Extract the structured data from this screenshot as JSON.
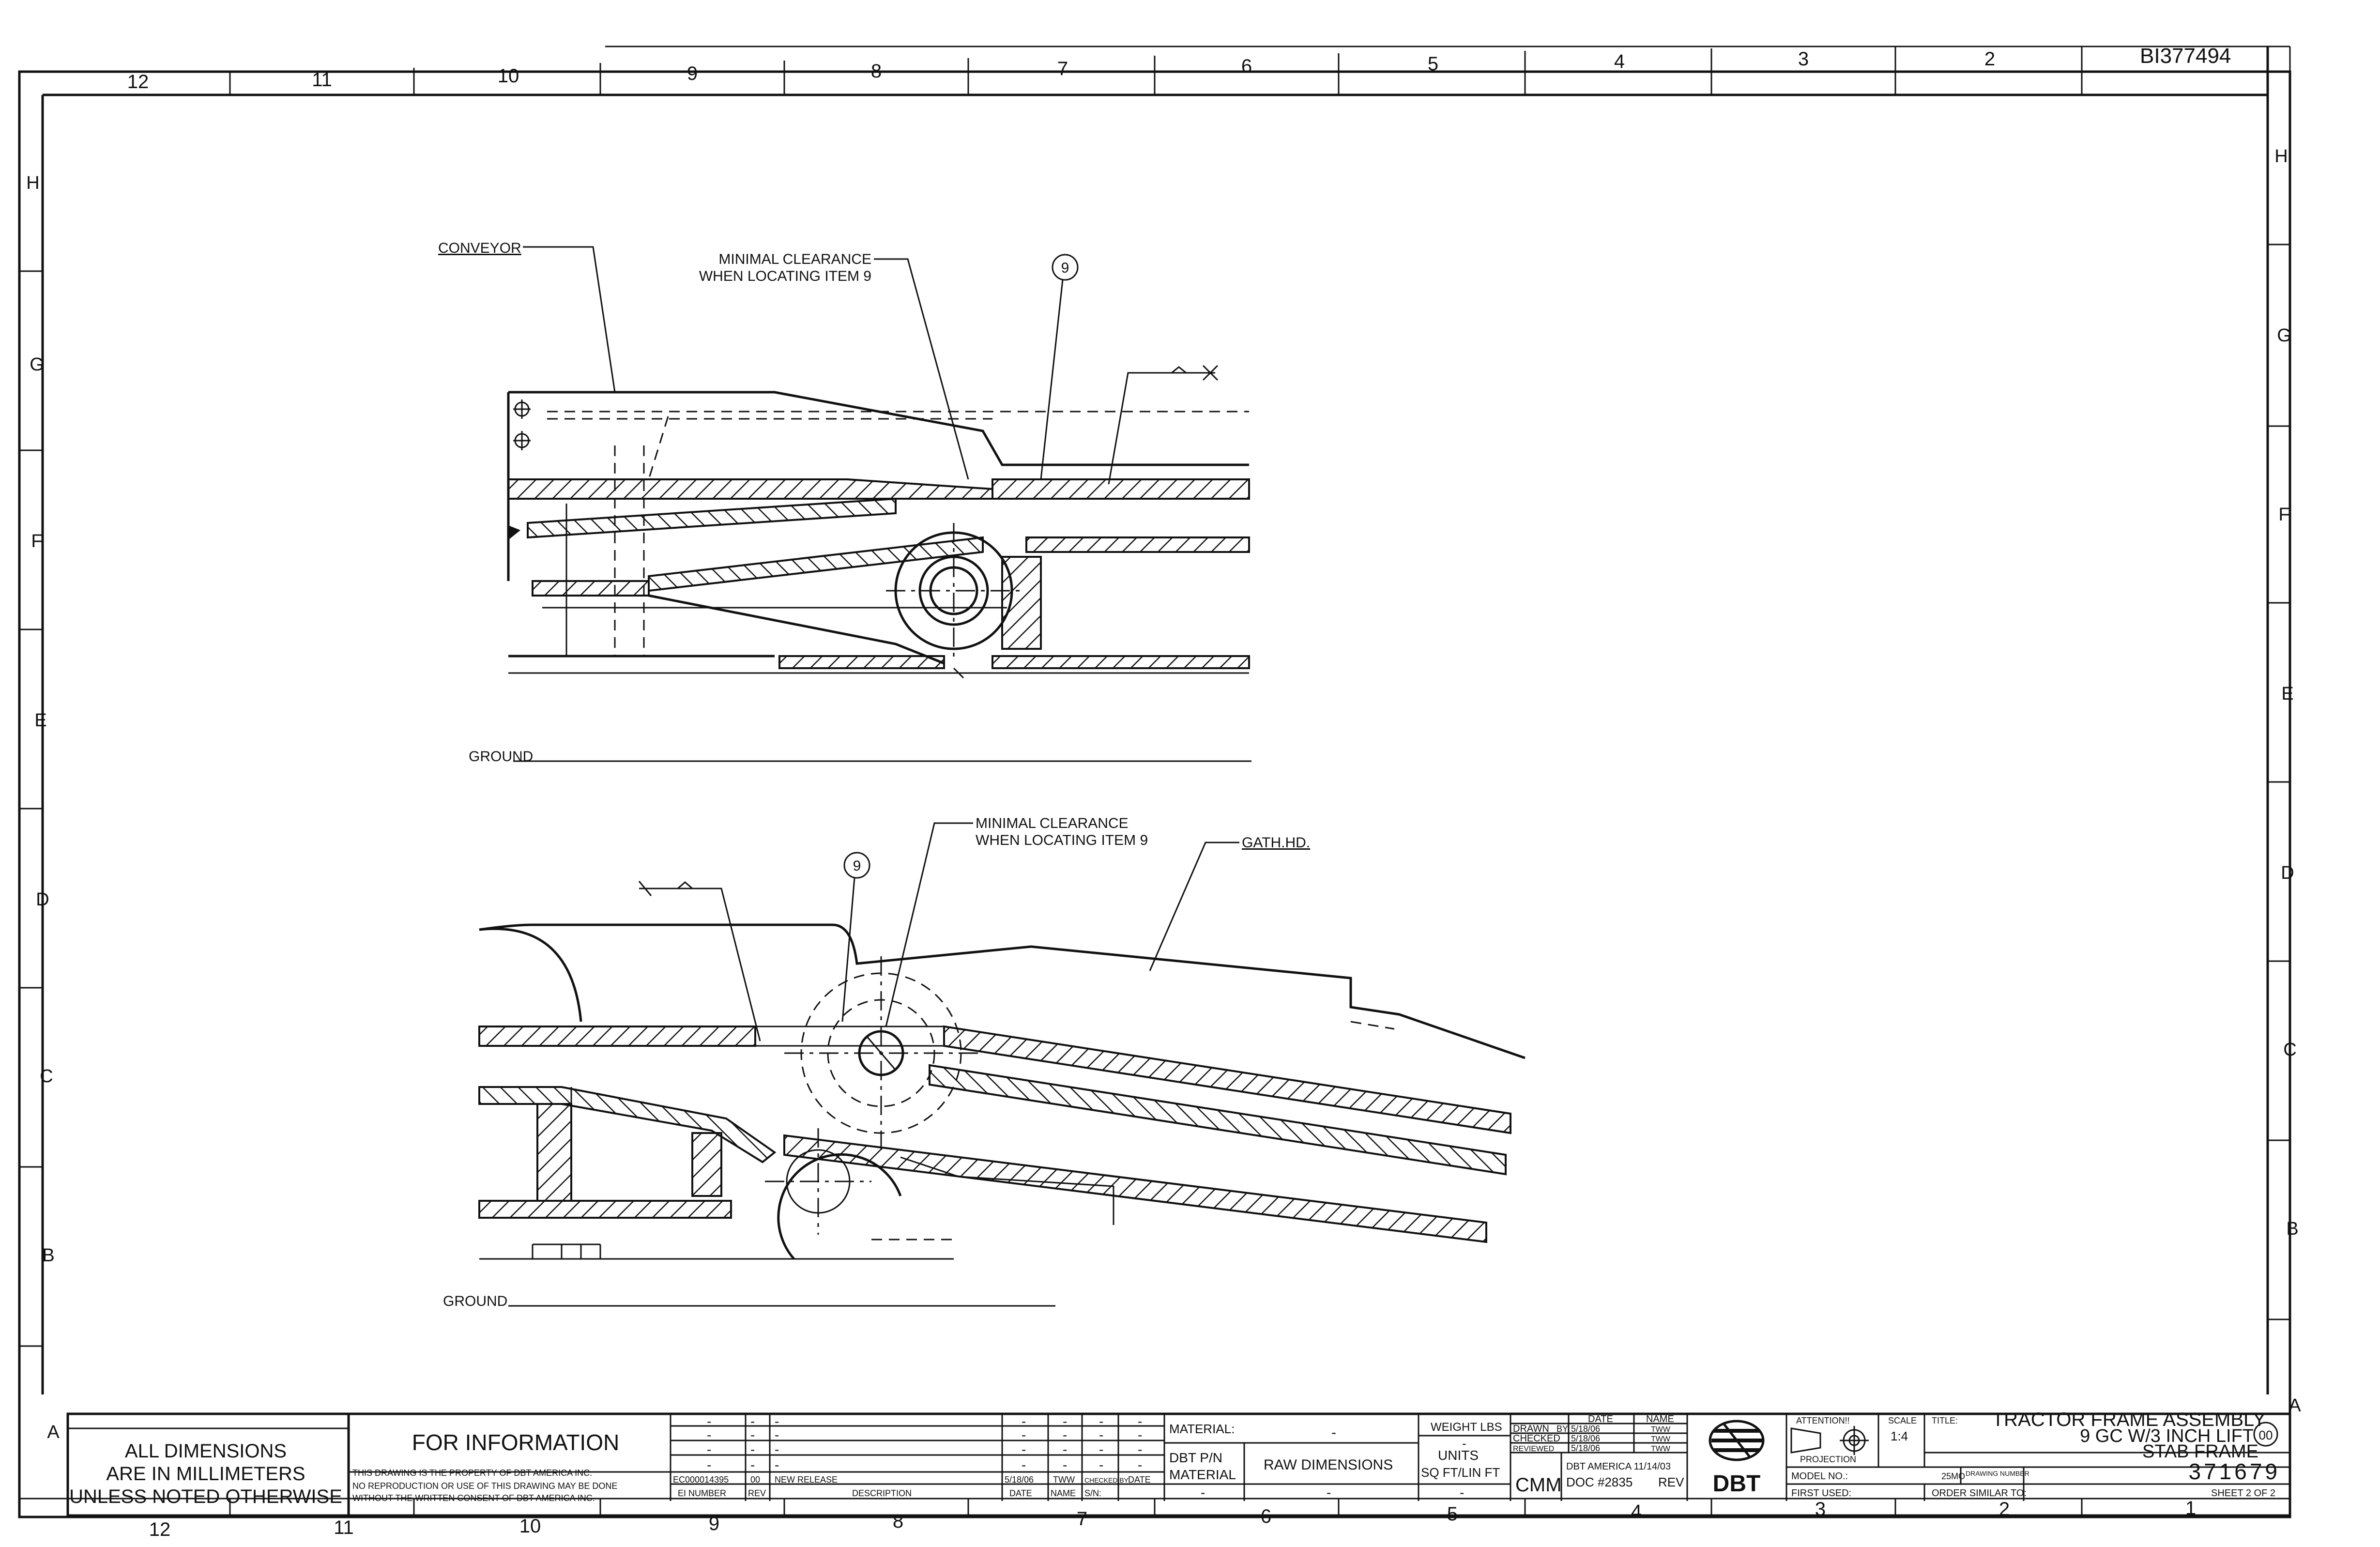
{
  "drawing_id": "BI377494",
  "border": {
    "columns": [
      "12",
      "11",
      "10",
      "9",
      "8",
      "7",
      "6",
      "5",
      "4",
      "3",
      "2",
      "1"
    ],
    "rows": [
      "H",
      "G",
      "F",
      "E",
      "D",
      "C",
      "B",
      "A"
    ]
  },
  "view_top": {
    "conveyor_label": "CONVEYOR",
    "clearance_line1": "MINIMAL CLEARANCE",
    "clearance_line2": "WHEN LOCATING ITEM 9",
    "item_balloon": "9",
    "ground_label": "GROUND"
  },
  "view_bottom": {
    "clearance_line1": "MINIMAL CLEARANCE",
    "clearance_line2": "WHEN LOCATING ITEM 9",
    "gath_label": "GATH.HD.",
    "item_balloon": "9",
    "ground_label": "GROUND"
  },
  "title_block": {
    "dims_line1": "ALL DIMENSIONS",
    "dims_line2": "ARE IN MILLIMETERS",
    "dims_line3": "UNLESS NOTED OTHERWISE",
    "for_info": "FOR INFORMATION",
    "property_line1": "THIS DRAWING IS THE PROPERTY OF DBT AMERICA INC.",
    "property_line2": "NO REPRODUCTION OR USE OF THIS DRAWING MAY BE DONE",
    "property_line3": "WITHOUT THE WRITTEN CONSENT OF DBT AMERICA INC.",
    "rev_ei": "EC000014395",
    "rev_no": "00",
    "rev_desc": "NEW RELEASE",
    "rev_date": "5/18/06",
    "rev_name": "TWW",
    "hdr_ei": "EI NUMBER",
    "hdr_rev": "REV",
    "hdr_desc": "DESCRIPTION",
    "hdr_date": "DATE",
    "hdr_name": "NAME",
    "hdr_sn": "S/N:",
    "hdr_checked": "CHECKED BY",
    "hdr_date2": "DATE",
    "dash": "-",
    "material_label": "MATERIAL:",
    "material_value": "-",
    "dbt_pn": "DBT P/N",
    "material2": "MATERIAL",
    "raw_dims": "RAW DIMENSIONS",
    "weight_label": "WEIGHT LBS",
    "weight_value": "-",
    "units_label": "UNITS",
    "units_value": "SQ FT/LIN FT",
    "drawn_label": "DRAWN",
    "checked_label": "CHECKED",
    "reviewed_label": "REVIEWED",
    "col_date": "DATE",
    "col_name": "NAME",
    "drawn_by": "BY",
    "drawn_date": "5/18/06",
    "drawn_name": "TWW",
    "checked_date": "5/18/06",
    "checked_name": "TWW",
    "reviewed_date": "5/18/06",
    "reviewed_name": "TWW",
    "cmm": "CMM",
    "cmm_line1": "DBT AMERICA 11/14/03",
    "cmm_line2": "DOC #2835",
    "cmm_rev": "REV",
    "company": "DBT",
    "attention": "ATTENTION!!",
    "projection": "PROJECTION",
    "scale_label": "SCALE",
    "scale_value": "1:4",
    "title_label": "TITLE:",
    "title_line1": "TRACTOR FRAME ASSEMBLY",
    "title_line2": "9 GC W/3 INCH LIFT",
    "title_line3": "STAB FRAME",
    "title_rev": "00",
    "model_label": "MODEL NO.:",
    "model_value": "25MO",
    "drawing_number_label": "DRAWING NUMBER",
    "drawing_number": "371679",
    "first_used": "FIRST USED:",
    "order_similar": "ORDER SIMILAR TO:",
    "sheet": "SHEET 2 OF 2"
  }
}
